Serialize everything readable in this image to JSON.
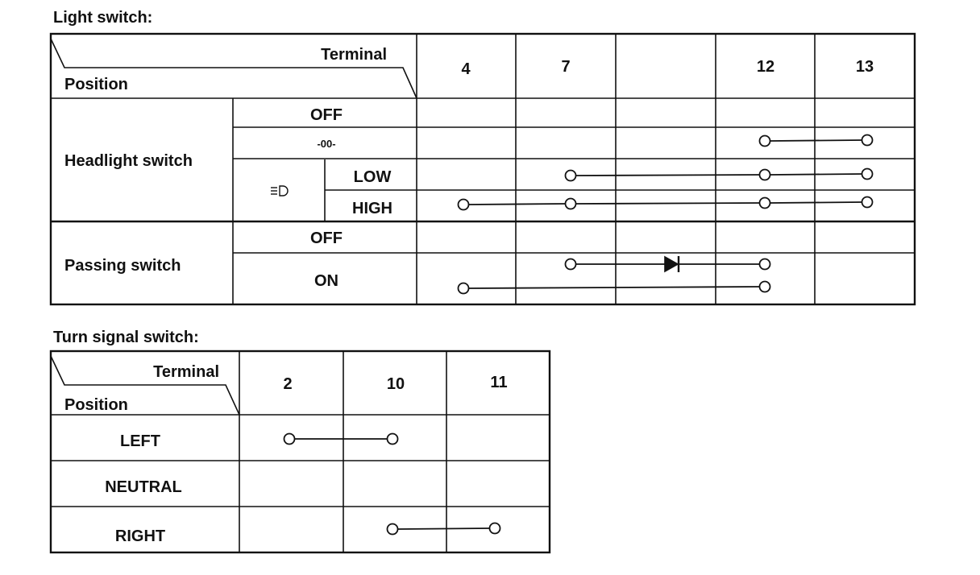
{
  "light_switch": {
    "title": "Light switch:",
    "header_terminal": "Terminal",
    "header_position": "Position",
    "terminals": [
      "4",
      "7",
      "",
      "12",
      "13"
    ],
    "groups": [
      {
        "label": "Headlight switch",
        "rows": [
          {
            "position": "OFF",
            "connections": []
          },
          {
            "position": "-00-",
            "icon": "parking-light-icon",
            "connections": [
              {
                "from": "12",
                "to": "13"
              }
            ]
          },
          {
            "position": "LOW",
            "sub_icon": "headlight-icon",
            "connections": [
              {
                "from": "7",
                "to": "13"
              }
            ]
          },
          {
            "position": "HIGH",
            "sub_icon": "headlight-icon",
            "connections": [
              {
                "from": "4",
                "to": "13"
              }
            ]
          }
        ]
      },
      {
        "label": "Passing switch",
        "rows": [
          {
            "position": "OFF",
            "connections": []
          },
          {
            "position": "ON",
            "connections": [
              {
                "from": "7",
                "to": "12",
                "via": "diode"
              },
              {
                "from": "4",
                "to": "12"
              }
            ]
          }
        ]
      }
    ]
  },
  "turn_signal_switch": {
    "title": "Turn signal switch:",
    "header_terminal": "Terminal",
    "header_position": "Position",
    "terminals": [
      "2",
      "10",
      "11"
    ],
    "rows": [
      {
        "position": "LEFT",
        "connections": [
          {
            "from": "2",
            "to": "10"
          }
        ]
      },
      {
        "position": "NEUTRAL",
        "connections": []
      },
      {
        "position": "RIGHT",
        "connections": [
          {
            "from": "10",
            "to": "11"
          }
        ]
      }
    ]
  }
}
